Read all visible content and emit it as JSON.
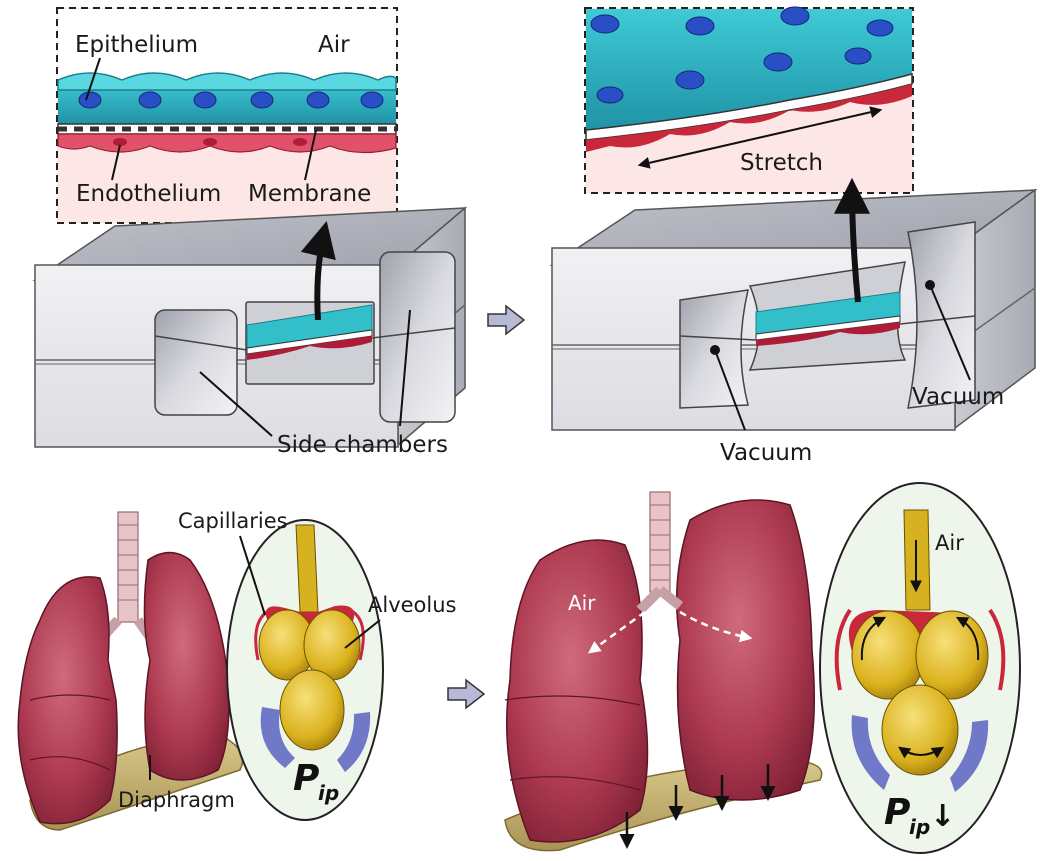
{
  "top_left_inset": {
    "epithelium": "Epithelium",
    "air": "Air",
    "endothelium": "Endothelium",
    "membrane": "Membrane"
  },
  "top_right_inset": {
    "stretch": "Stretch"
  },
  "device_left": {
    "side_chambers": "Side chambers"
  },
  "device_right": {
    "vacuum_left": "Vacuum",
    "vacuum_right": "Vacuum"
  },
  "lungs_left": {
    "capillaries": "Capillaries",
    "alveolus": "Alveolus",
    "diaphragm": "Diaphragm",
    "pressure_symbol": "P",
    "pressure_subscript": "ip"
  },
  "lungs_right": {
    "air_left": "Air",
    "air_inset": "Air",
    "pressure_symbol": "P",
    "pressure_subscript": "ip",
    "pressure_arrow": "↓"
  },
  "colors": {
    "epithelium": "#2ab3c4",
    "endothelium": "#c8283a",
    "inset_background": "#fde3e3",
    "device_face": "#e7e7ec",
    "lung": "#a8324a",
    "alveolus": "#e5c22a",
    "diaphragm": "#c8b46a",
    "bracket": "#6f79c8",
    "inset_circle": "#eef5ea",
    "transition_arrow": "#b8b8d8"
  }
}
